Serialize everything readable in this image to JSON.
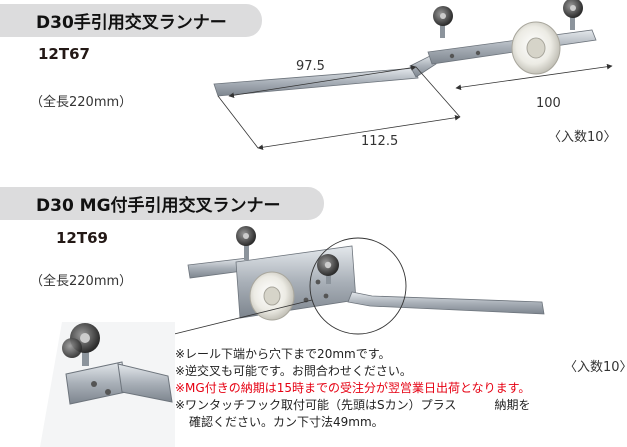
{
  "product1": {
    "title": "D30手引用交叉ランナー",
    "code": "12T67",
    "length": "（全長220mm）",
    "quantity": "〈入数10〉",
    "dims": {
      "left": "97.5",
      "right": "100",
      "bottom": "112.5"
    }
  },
  "product2": {
    "title": "D30 MG付手引用交叉ランナー",
    "code": "12T69",
    "length": "（全長220mm）",
    "quantity": "〈入数10〉"
  },
  "notes": {
    "line1": "※レール下端から穴下まで20mmです。",
    "line2": "※逆交叉も可能です。お問合わせください。",
    "line3": "※MG付きの納期は15時までの受注分が翌営業日出荷となります。",
    "line4a": "※ワンタッチフック取付可能（先頭はSカン）プラス",
    "line4b": "納期を",
    "line5": "確認ください。カン下寸法49mm。"
  },
  "colors": {
    "header_bg": "#dcdcdd",
    "note_red": "#e60012"
  }
}
